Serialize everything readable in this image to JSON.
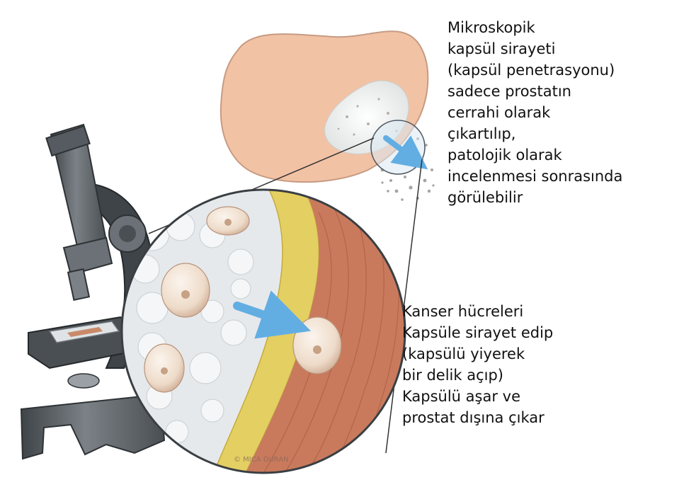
{
  "captions": {
    "capsule_penetration": [
      "Mikroskopik",
      "kapsül sirayeti",
      "(kapsül penetrasyonu)",
      "sadece prostatın",
      "cerrahi olarak",
      "çıkartılıp,",
      "patolojik olarak",
      "incelenmesi sonrasında",
      "görülebilir"
    ],
    "cancer_cells": [
      "Kanser hücreleri",
      "Kapsüle sirayet edip",
      "(kapsülü yiyerek",
      "bir delik açıp)",
      "Kapsülü aşar ve",
      "prostat dışına çıkar"
    ]
  },
  "illustration": {
    "signature": "© MICA DURAN"
  },
  "colors": {
    "prostate": "#f2c2a5",
    "tumor": "#eef0ee",
    "capsule_yellow": "#e4cf62",
    "capsule_muscle": "#c97a5d",
    "arrow": "#62aee3",
    "microscope": "#5b6166"
  }
}
